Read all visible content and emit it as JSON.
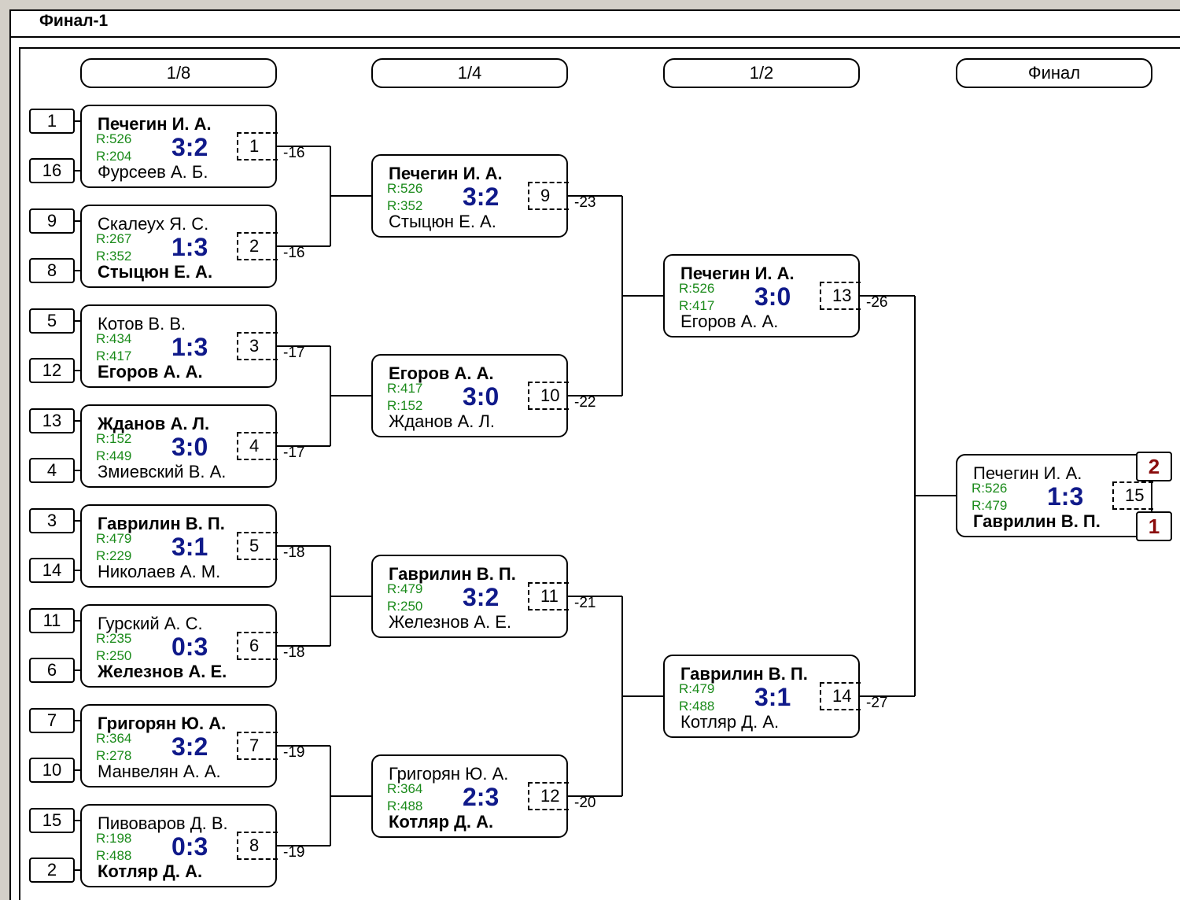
{
  "title": "Финал-1",
  "rounds": [
    "1/8",
    "1/4",
    "1/2",
    "Финал"
  ],
  "seeds": [
    "1",
    "16",
    "9",
    "8",
    "5",
    "12",
    "13",
    "4",
    "3",
    "14",
    "11",
    "6",
    "7",
    "10",
    "15",
    "2"
  ],
  "matches": [
    {
      "p1": "Печегин И. А.",
      "p2": "Фурсеев А. Б.",
      "r1": "R:526",
      "r2": "R:204",
      "score": "3:2",
      "num": "1",
      "loser_ref": "-16",
      "winner": 1
    },
    {
      "p1": "Скалеух Я. С.",
      "p2": "Стыцюн Е. А.",
      "r1": "R:267",
      "r2": "R:352",
      "score": "1:3",
      "num": "2",
      "loser_ref": "-16",
      "winner": 2
    },
    {
      "p1": "Котов В. В.",
      "p2": "Егоров А. А.",
      "r1": "R:434",
      "r2": "R:417",
      "score": "1:3",
      "num": "3",
      "loser_ref": "-17",
      "winner": 2
    },
    {
      "p1": "Жданов А. Л.",
      "p2": "Змиевский В. А.",
      "r1": "R:152",
      "r2": "R:449",
      "score": "3:0",
      "num": "4",
      "loser_ref": "-17",
      "winner": 1
    },
    {
      "p1": "Гаврилин В. П.",
      "p2": "Николаев А. М.",
      "r1": "R:479",
      "r2": "R:229",
      "score": "3:1",
      "num": "5",
      "loser_ref": "-18",
      "winner": 1
    },
    {
      "p1": "Гурский А. С.",
      "p2": "Железнов А. Е.",
      "r1": "R:235",
      "r2": "R:250",
      "score": "0:3",
      "num": "6",
      "loser_ref": "-18",
      "winner": 2
    },
    {
      "p1": "Григорян Ю. А.",
      "p2": "Манвелян А. А.",
      "r1": "R:364",
      "r2": "R:278",
      "score": "3:2",
      "num": "7",
      "loser_ref": "-19",
      "winner": 1
    },
    {
      "p1": "Пивоваров Д. В.",
      "p2": "Котляр Д. А.",
      "r1": "R:198",
      "r2": "R:488",
      "score": "0:3",
      "num": "8",
      "loser_ref": "-19",
      "winner": 2
    },
    {
      "p1": "Печегин И. А.",
      "p2": "Стыцюн Е. А.",
      "r1": "R:526",
      "r2": "R:352",
      "score": "3:2",
      "num": "9",
      "loser_ref": "-23",
      "winner": 1
    },
    {
      "p1": "Егоров А. А.",
      "p2": "Жданов А. Л.",
      "r1": "R:417",
      "r2": "R:152",
      "score": "3:0",
      "num": "10",
      "loser_ref": "-22",
      "winner": 1
    },
    {
      "p1": "Гаврилин В. П.",
      "p2": "Железнов А. Е.",
      "r1": "R:479",
      "r2": "R:250",
      "score": "3:2",
      "num": "11",
      "loser_ref": "-21",
      "winner": 1
    },
    {
      "p1": "Григорян Ю. А.",
      "p2": "Котляр Д. А.",
      "r1": "R:364",
      "r2": "R:488",
      "score": "2:3",
      "num": "12",
      "loser_ref": "-20",
      "winner": 2
    },
    {
      "p1": "Печегин И. А.",
      "p2": "Егоров А. А.",
      "r1": "R:526",
      "r2": "R:417",
      "score": "3:0",
      "num": "13",
      "loser_ref": "-26",
      "winner": 1
    },
    {
      "p1": "Гаврилин В. П.",
      "p2": "Котляр Д. А.",
      "r1": "R:479",
      "r2": "R:488",
      "score": "3:1",
      "num": "14",
      "loser_ref": "-27",
      "winner": 1
    },
    {
      "p1": "Печегин И. А.",
      "p2": "Гаврилин В. П.",
      "r1": "R:526",
      "r2": "R:479",
      "score": "1:3",
      "num": "15",
      "loser_ref": "",
      "winner": 2
    }
  ],
  "final_places": [
    "2",
    "1"
  ]
}
